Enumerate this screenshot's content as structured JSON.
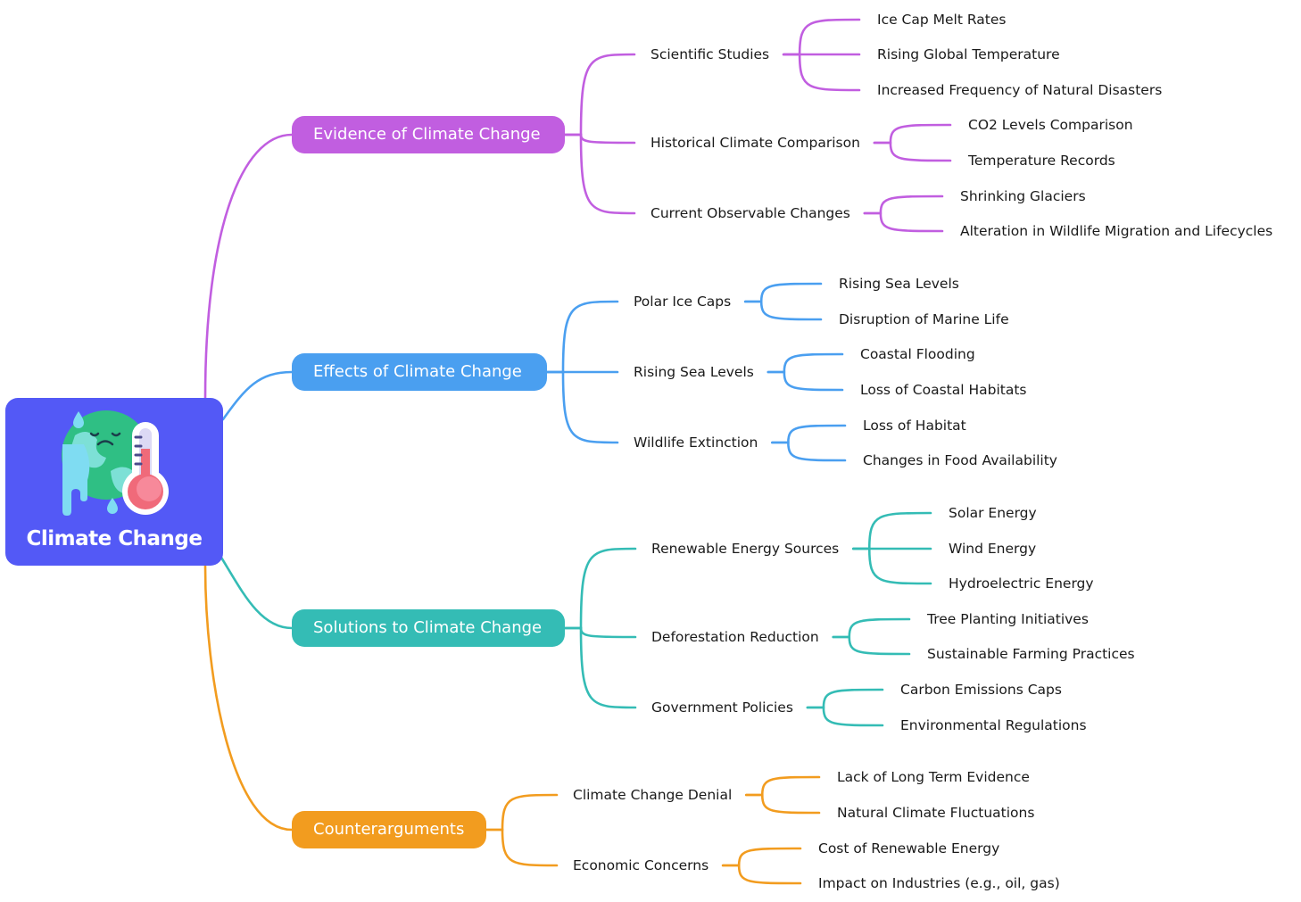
{
  "root": {
    "label": "Climate Change",
    "icon": "earth-thermometer-icon"
  },
  "colors": {
    "root": "#5359f6",
    "evidence": "#c15ee0",
    "effects": "#4a9ff0",
    "solutions": "#34bcb5",
    "counter": "#f29c1f"
  },
  "branches": [
    {
      "label": "Evidence of Climate Change",
      "subtopics": [
        {
          "label": "Scientific Studies",
          "items": [
            "Ice Cap Melt Rates",
            "Rising Global Temperature",
            "Increased Frequency of Natural Disasters"
          ]
        },
        {
          "label": "Historical Climate Comparison",
          "items": [
            "CO2 Levels Comparison",
            "Temperature Records"
          ]
        },
        {
          "label": "Current Observable Changes",
          "items": [
            "Shrinking Glaciers",
            "Alteration in Wildlife Migration and Lifecycles"
          ]
        }
      ]
    },
    {
      "label": "Effects of Climate Change",
      "subtopics": [
        {
          "label": "Polar Ice Caps",
          "items": [
            "Rising Sea Levels",
            "Disruption of Marine Life"
          ]
        },
        {
          "label": "Rising Sea Levels",
          "items": [
            "Coastal Flooding",
            "Loss of Coastal Habitats"
          ]
        },
        {
          "label": "Wildlife Extinction",
          "items": [
            "Loss of Habitat",
            "Changes in Food Availability"
          ]
        }
      ]
    },
    {
      "label": "Solutions to Climate Change",
      "subtopics": [
        {
          "label": "Renewable Energy Sources",
          "items": [
            "Solar Energy",
            "Wind Energy",
            "Hydroelectric Energy"
          ]
        },
        {
          "label": "Deforestation Reduction",
          "items": [
            "Tree Planting Initiatives",
            "Sustainable Farming Practices"
          ]
        },
        {
          "label": "Government Policies",
          "items": [
            "Carbon Emissions Caps",
            "Environmental Regulations"
          ]
        }
      ]
    },
    {
      "label": "Counterarguments",
      "subtopics": [
        {
          "label": "Climate Change Denial",
          "items": [
            "Lack of Long Term Evidence",
            "Natural Climate Fluctuations"
          ]
        },
        {
          "label": "Economic Concerns",
          "items": [
            "Cost of Renewable Energy",
            "Impact on Industries (e.g., oil, gas)"
          ]
        }
      ]
    }
  ]
}
